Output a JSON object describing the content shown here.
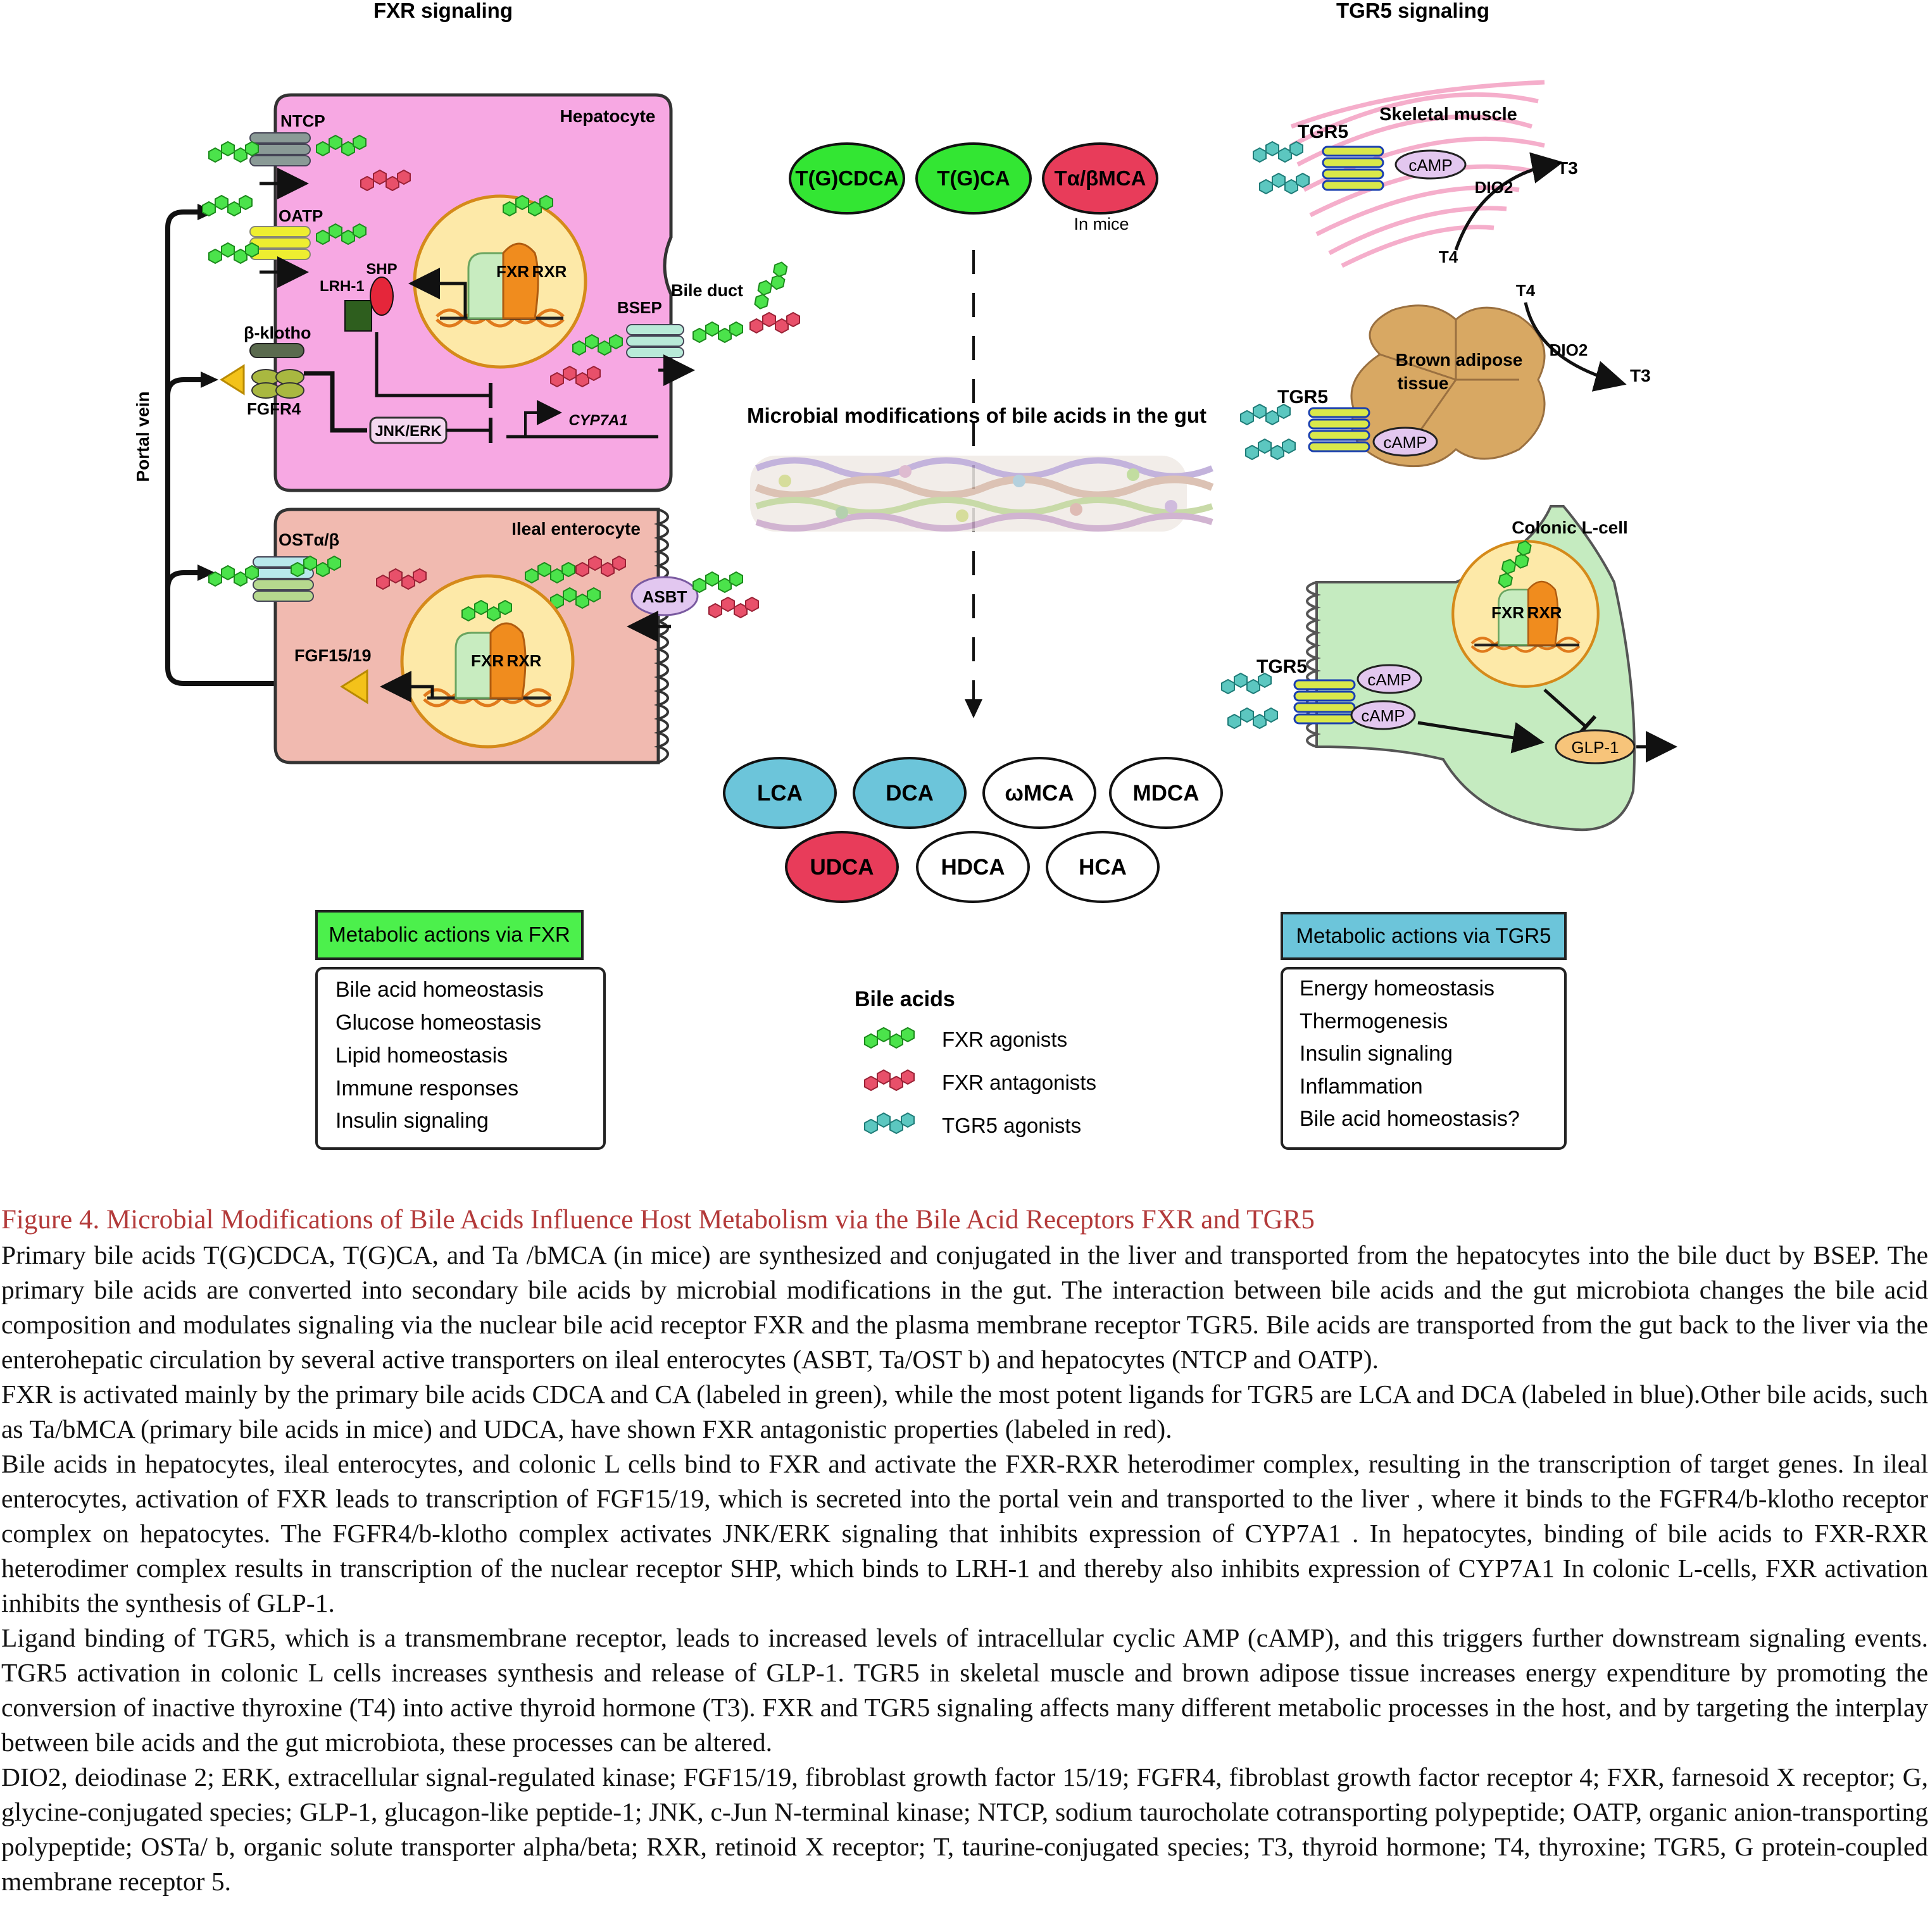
{
  "figure": {
    "headers": {
      "fxr": "FXR signaling",
      "tgr5": "TGR5 signaling"
    },
    "fxr_panel": {
      "portal_vein": "Portal vein",
      "hepatocyte": {
        "title": "Hepatocyte",
        "ntcp": "NTCP",
        "oatp": "OATP",
        "lrh1": "LRH-1",
        "shp": "SHP",
        "fxr": "FXR",
        "rxr": "RXR",
        "bsep": "BSEP",
        "bile_duct": "Bile duct",
        "beta_klotho": "β-klotho",
        "fgfr4": "FGFR4",
        "jnk_erk": "JNK/ERK",
        "cyp7a1": "CYP7A1"
      },
      "enterocyte": {
        "title": "Ileal enterocyte",
        "ost": "OSTα/β",
        "asbt": "ASBT",
        "fgf": "FGF15/19",
        "fxr": "FXR",
        "rxr": "RXR"
      }
    },
    "center": {
      "primary": [
        {
          "label": "T(G)CDCA",
          "color": "#33e633"
        },
        {
          "label": "T(G)CA",
          "color": "#33e633"
        },
        {
          "label": "Tα/βMCA",
          "color": "#e83c5a"
        }
      ],
      "in_mice": "In mice",
      "microbial": "Microbial modifications of bile acids in the gut",
      "secondary_row1": [
        {
          "label": "LCA",
          "color": "#6cc5da"
        },
        {
          "label": "DCA",
          "color": "#6cc5da"
        },
        {
          "label": "ωMCA",
          "color": "#ffffff"
        },
        {
          "label": "MDCA",
          "color": "#ffffff"
        }
      ],
      "secondary_row2": [
        {
          "label": "UDCA",
          "color": "#e83c5a"
        },
        {
          "label": "HDCA",
          "color": "#ffffff"
        },
        {
          "label": "HCA",
          "color": "#ffffff"
        }
      ]
    },
    "tgr5_panel": {
      "muscle": {
        "tgr5": "TGR5",
        "title": "Skeletal muscle",
        "camp": "cAMP",
        "dio2": "DIO2",
        "t3": "T3",
        "t4": "T4"
      },
      "adipose": {
        "tgr5": "TGR5",
        "title_line1": "Brown adipose",
        "title_line2": "tissue",
        "camp": "cAMP",
        "dio2": "DIO2",
        "t3": "T3",
        "t4": "T4"
      },
      "lcell": {
        "title": "Colonic L-cell",
        "tgr5": "TGR5",
        "camp1": "cAMP",
        "camp2": "cAMP",
        "fxr": "FXR",
        "rxr": "RXR",
        "glp1": "GLP-1"
      }
    },
    "fxr_actions": {
      "title": "Metabolic actions via FXR",
      "title_color": "#4cf04c",
      "items": [
        "Bile acid homeostasis",
        "Glucose homeostasis",
        "Lipid homeostasis",
        "Immune responses",
        "Insulin signaling"
      ]
    },
    "tgr5_actions": {
      "title": "Metabolic actions via TGR5",
      "title_color": "#6cc5da",
      "items": [
        "Energy homeostasis",
        "Thermogenesis",
        "Insulin signaling",
        "Inflammation",
        "Bile acid homeostasis?"
      ]
    },
    "legend": {
      "title": "Bile acids",
      "items": [
        {
          "label": "FXR agonists",
          "color": "#4be34b"
        },
        {
          "label": "FXR antagonists",
          "color": "#e8506a"
        },
        {
          "label": "TGR5 agonists",
          "color": "#5cc7c0"
        }
      ]
    }
  },
  "caption": {
    "title": "Figure 4.  Microbial Modifications of Bile Acids Influence Host Metabolism via the Bile Acid Receptors FXR and TGR5",
    "paragraphs": [
      "Primary bile acids T(G)CDCA, T(G)CA, and Ta /bMCA (in mice) are synthesized and conjugated in the liver and transported from the hepatocytes into the bile duct by BSEP. The primary bile acids are converted into secondary bile acids by microbial modifications in the gut. The interaction between bile acids and the gut microbiota changes the bile acid composition and modulates signaling via the nuclear bile acid receptor FXR and the plasma membrane receptor TGR5. Bile acids are transported from the gut back to the liver via the enterohepatic circulation by several active transporters on ileal enterocytes (ASBT, Ta/OST b) and hepatocytes (NTCP and OATP).",
      "FXR is activated mainly by the primary bile acids CDCA and CA (labeled in green), while the most potent ligands for TGR5 are LCA and DCA (labeled in blue).Other bile acids, such as Ta/bMCA (primary bile acids in mice) and UDCA, have shown FXR antagonistic properties (labeled in red).",
      "Bile acids in hepatocytes, ileal enterocytes, and colonic L cells bind to FXR and activate the FXR-RXR heterodimer complex, resulting in the transcription of target genes. In ileal enterocytes, activation of FXR leads to transcription of FGF15/19, which is secreted into the portal vein and transported to the liver , where it binds to the FGFR4/b-klotho receptor complex on hepatocytes. The FGFR4/b-klotho complex activates JNK/ERK signaling that inhibits expression of CYP7A1 . In hepatocytes, binding of bile acids to FXR-RXR heterodimer complex results in transcription of the nuclear receptor SHP, which binds to LRH-1 and thereby also inhibits expression of CYP7A1 In colonic L-cells, FXR activation inhibits the synthesis of GLP-1.",
      "Ligand binding of TGR5, which is a transmembrane receptor, leads to increased levels of intracellular cyclic AMP (cAMP), and this triggers further downstream signaling events. TGR5 activation in colonic L cells increases synthesis and release of GLP-1. TGR5 in skeletal muscle and brown adipose tissue increases energy expenditure by promoting the conversion of inactive thyroxine (T4) into active thyroid hormone (T3). FXR and TGR5 signaling affects many different metabolic processes in the host, and by targeting the interplay between bile acids and the gut microbiota, these processes can be altered.",
      "DIO2, deiodinase 2; ERK, extracellular signal-regulated kinase; FGF15/19, fibroblast growth factor 15/19; FGFR4, fibroblast growth factor receptor 4; FXR, farnesoid X receptor; G, glycine-conjugated species; GLP-1, glucagon-like peptide-1; JNK, c-Jun N-terminal kinase; NTCP, sodium taurocholate cotransporting polypeptide; OATP, organic anion-transporting polypeptide; OSTa/ b, organic solute transporter alpha/beta; RXR, retinoid X receptor; T, taurine-conjugated species; T3, thyroid hormone; T4, thyroxine; TGR5, G protein-coupled membrane receptor 5."
    ]
  }
}
